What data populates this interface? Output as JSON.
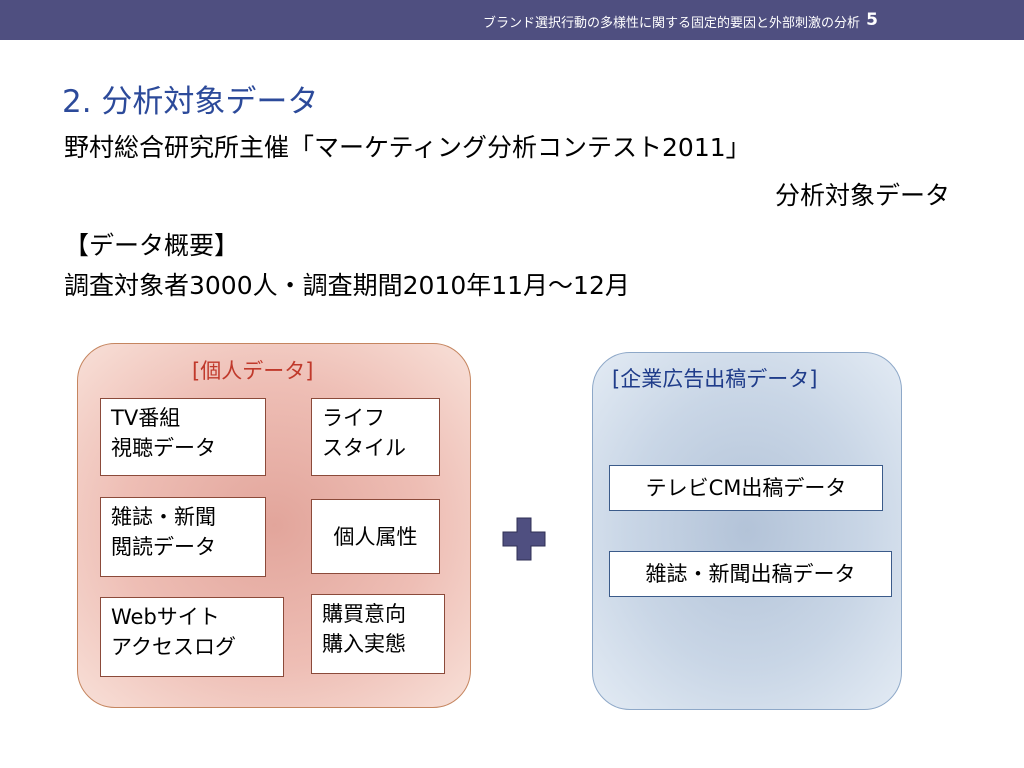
{
  "header": {
    "title": "ブランド選択行動の多様性に関する固定的要因と外部刺激の分析",
    "page_number": "5"
  },
  "slide": {
    "title": "2. 分析対象データ",
    "line1": "野村総合研究所主催「マーケティング分析コンテスト2011」",
    "line2": "分析対象データ",
    "line3": "【データ概要】",
    "line4": "調査対象者3000人・調査期間2010年11月～12月"
  },
  "personal_group": {
    "title": "[個人データ]",
    "items": [
      {
        "line1": "TV番組",
        "line2": "視聴データ"
      },
      {
        "line1": "ライフ",
        "line2": "スタイル"
      },
      {
        "line1": "雑誌・新聞",
        "line2": "閲読データ"
      },
      {
        "line1": "個人属性"
      },
      {
        "line1": "Webサイト",
        "line2": "アクセスログ"
      },
      {
        "line1": "購買意向",
        "line2": "購入実態"
      }
    ]
  },
  "corporate_group": {
    "title": "[企業広告出稿データ]",
    "items": [
      {
        "line1": "テレビCM出稿データ"
      },
      {
        "line1": "雑誌・新聞出稿データ"
      }
    ]
  },
  "icons": {
    "plus": "plus-icon"
  },
  "colors": {
    "header_bar": "#4f4f80",
    "title_blue": "#2c4a9a",
    "personal_title": "#c0392b",
    "corporate_title": "#1f3c8a",
    "plus_fill": "#4f4f80"
  }
}
